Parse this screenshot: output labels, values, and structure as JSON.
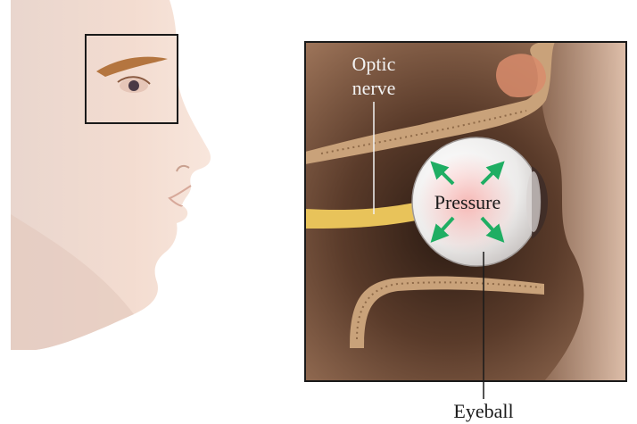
{
  "labels": {
    "optic_line1": "Optic",
    "optic_line2": "nerve",
    "pressure": "Pressure",
    "eyeball": "Eyeball"
  },
  "colors": {
    "background": "#ffffff",
    "frame": "#1a1a1a",
    "skin": "#f0d8c8",
    "tissue": "#6b4a36",
    "bone": "#c9a27a",
    "nerve": "#e8c35a",
    "eyeball": "#ece7e6",
    "pressure_tint": "#f3a9a6",
    "arrow": "#1fae63"
  }
}
